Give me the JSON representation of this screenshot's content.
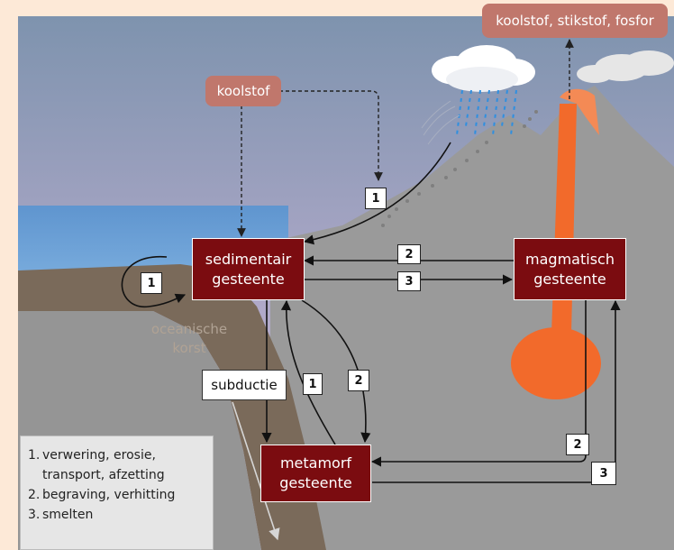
{
  "elements": {
    "carbon": "koolstof",
    "released": "koolstof, stikstof, fosfor"
  },
  "rocks": {
    "sedimentary": "sedimentair\ngesteente",
    "igneous": "magmatisch\ngesteente",
    "metamorphic": "metamorf\ngesteente"
  },
  "labels": {
    "oceanic_crust": "oceanische\nkorst",
    "subduction": "subductie"
  },
  "process_numbers": {
    "one": "1",
    "two": "2",
    "three": "3"
  },
  "legend": [
    {
      "num": "1.",
      "text": "verwering, erosie,\ntransport, afzetting"
    },
    {
      "num": "2.",
      "text": "begraving, verhitting"
    },
    {
      "num": "3.",
      "text": "smelten"
    }
  ],
  "colors": {
    "background": "#fde9d7",
    "rock_box": "#7b0c10",
    "element_box": "#c0776c",
    "lava": "#f26a2b",
    "sea": "#6a9fd4",
    "mountain": "#9b9b9b",
    "crust": "#7a6a5a"
  }
}
